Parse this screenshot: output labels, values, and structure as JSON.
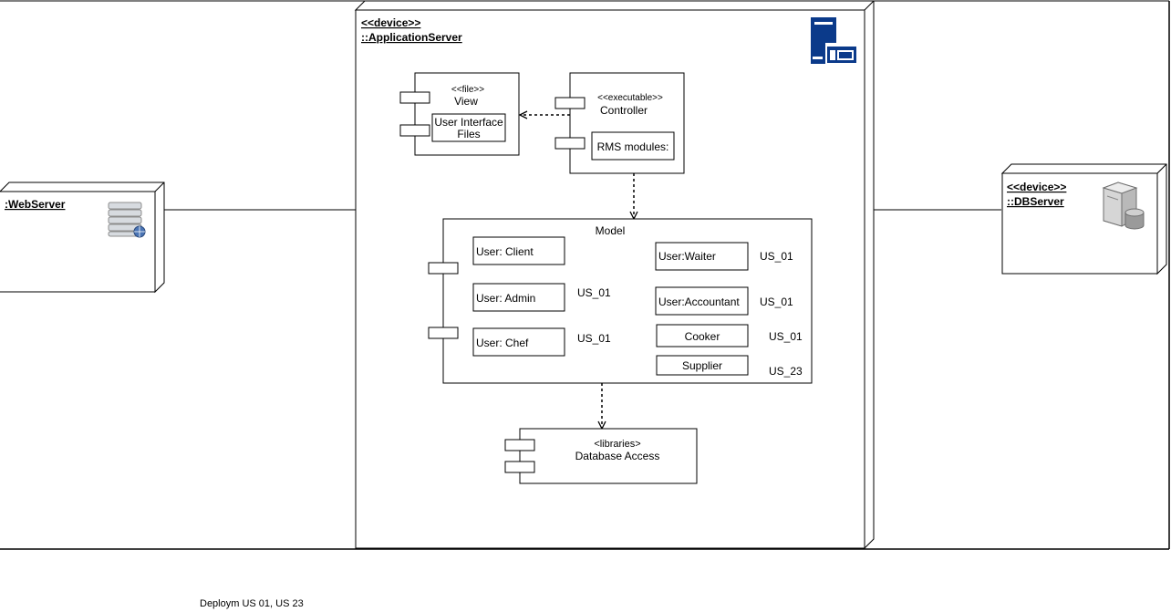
{
  "outer_frame": {},
  "web_server": {
    "label": ":WebServer",
    "icon": "web-server-icon"
  },
  "app_server": {
    "stereotype": "<<device>>",
    "name": "::ApplicationServer",
    "icon": "server-tower-icon"
  },
  "db_server": {
    "stereotype": "<<device>>",
    "name": "::DBServer",
    "icon": "database-server-icon"
  },
  "view": {
    "stereotype": "<<file>>",
    "name": "View",
    "inner_line1": "User Interface",
    "inner_line2": "Files"
  },
  "controller": {
    "stereotype": "<<executable>>",
    "name": "Controller",
    "inner": "RMS modules:"
  },
  "model": {
    "title": "Model",
    "items": {
      "client": "User: Client",
      "admin": "User: Admin",
      "chef": "User: Chef",
      "waiter": "User:Waiter",
      "accountant": "User:Accountant",
      "cooker": "Cooker",
      "supplier": "Supplier"
    },
    "tags": {
      "admin": "US_01",
      "chef": "US_01",
      "waiter": "US_01",
      "accountant": "US_01",
      "cooker": "US_01",
      "supplier": "US_23"
    }
  },
  "libraries": {
    "stereotype": "<libraries>",
    "name": "Database Access"
  },
  "footer": "Deploym US 01, US 23",
  "colors": {
    "stroke": "#000000",
    "icon_blue": "#0b3a8a",
    "icon_gray": "#8c8c8c"
  }
}
